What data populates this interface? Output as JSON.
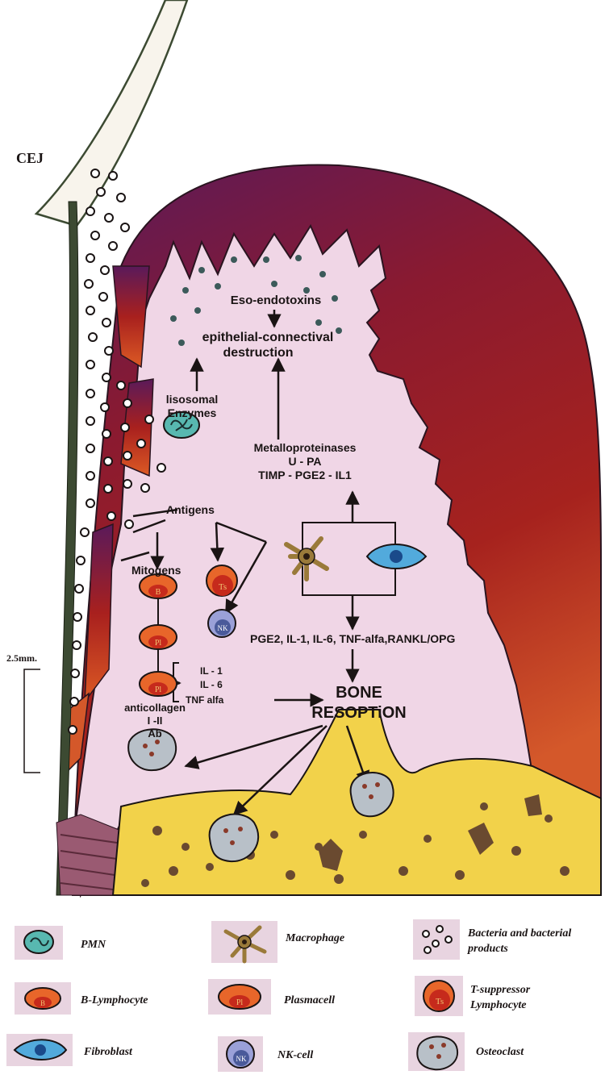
{
  "labels": {
    "cej": "CEJ",
    "eso": "Eso-endotoxins",
    "destruction1": "epithelial-connectival",
    "destruction2": "destruction",
    "lisosomal1": "lisosomal",
    "lisosomal2": "Enzymes",
    "metallo1": "Metalloproteinases",
    "metallo2": "U - PA",
    "metallo3": "TIMP - PGE2 - IL1",
    "antigens": "Antigens",
    "mitogens": "Mitogens",
    "cytokines": "PGE2, IL-1, IL-6, TNF-alfa,RANKL/OPG",
    "il1": "IL - 1",
    "il6": "IL - 6",
    "tnf": "TNF alfa",
    "bone1": "BONE",
    "bone2": "RESOPTiON",
    "anticollagen1": "anticollagen",
    "anticollagen2": "I -II",
    "anticollagen3": "Ab",
    "distance": "2.5mm."
  },
  "cells": {
    "ts": "Ts",
    "b": "B",
    "pl": "Pl",
    "nk": "NK"
  },
  "legend": {
    "pmn": "PMN",
    "macrophage": "Macrophage",
    "bacteria1": "Bacteria and bacterial",
    "bacteria2": "products",
    "blymph": "B-Lymphocyte",
    "plasma": "Plasmacell",
    "tsup1": "T-suppressor",
    "tsup2": "Lymphocyte",
    "fibro": "Fibroblast",
    "nk": "NK-cell",
    "osteo": "Osteoclast"
  },
  "colors": {
    "tissue": "#f0d6e6",
    "outer_dark": "#5a1a5a",
    "outer_mid": "#9a1a24",
    "outer_light": "#d2562a",
    "bone": "#f2d24a",
    "tooth_line": "#3c4a32",
    "orange_cell": "#e8662a",
    "red_core": "#c62a1c",
    "fibroblast": "#52aadc",
    "nk_cell": "#9aa0d8",
    "osteoclast": "#b8c0c8",
    "pmn": "#58b8b0",
    "legend_box": "#e8d4e0"
  }
}
